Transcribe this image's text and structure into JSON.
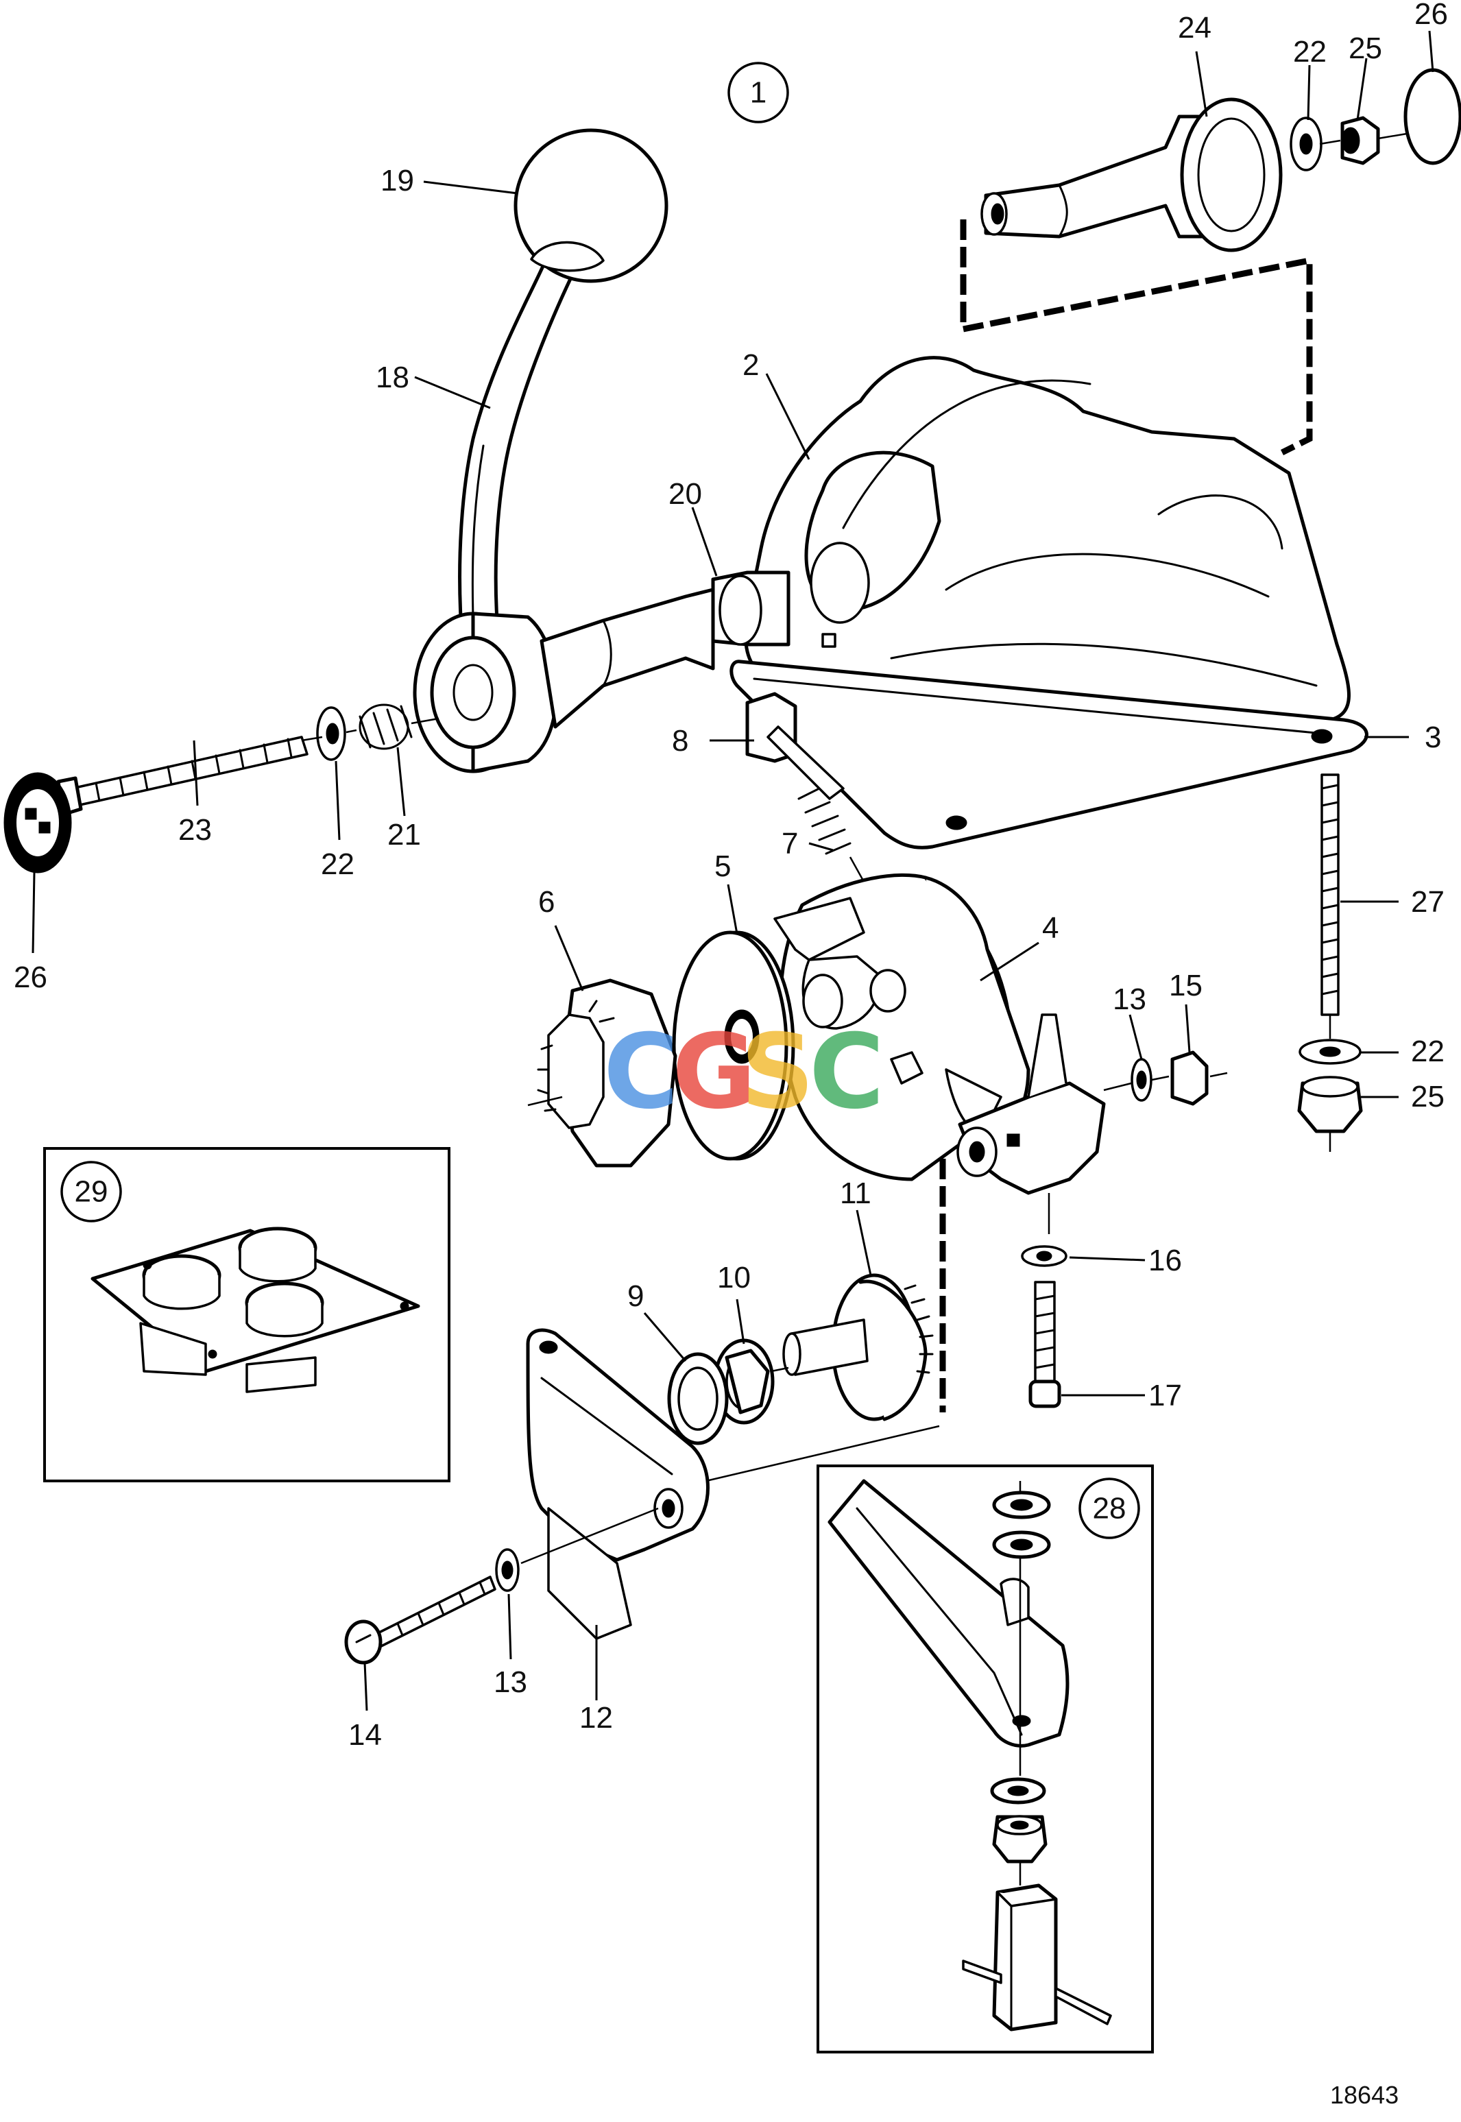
{
  "figure": {
    "view_number": "1",
    "drawing_ref": "18643",
    "watermark": {
      "letters": [
        "C",
        "G",
        "S",
        "C"
      ],
      "colors": [
        "#4a90e2",
        "#e8453c",
        "#f2b92b",
        "#3aaa5c"
      ]
    }
  },
  "callouts": {
    "c2": "2",
    "c3": "3",
    "c4": "4",
    "c5": "5",
    "c6": "6",
    "c7": "7",
    "c8": "8",
    "c9": "9",
    "c10": "10",
    "c11": "11",
    "c12": "12",
    "c13a": "13",
    "c13b": "13",
    "c14": "14",
    "c15": "15",
    "c16": "16",
    "c17": "17",
    "c18": "18",
    "c19": "19",
    "c20": "20",
    "c21": "21",
    "c22a": "22",
    "c22b": "22",
    "c22c": "22",
    "c23": "23",
    "c24": "24",
    "c25a": "25",
    "c25b": "25",
    "c26a": "26",
    "c26b": "26",
    "c27": "27"
  },
  "insets": {
    "inset28": "28",
    "inset29": "29"
  }
}
